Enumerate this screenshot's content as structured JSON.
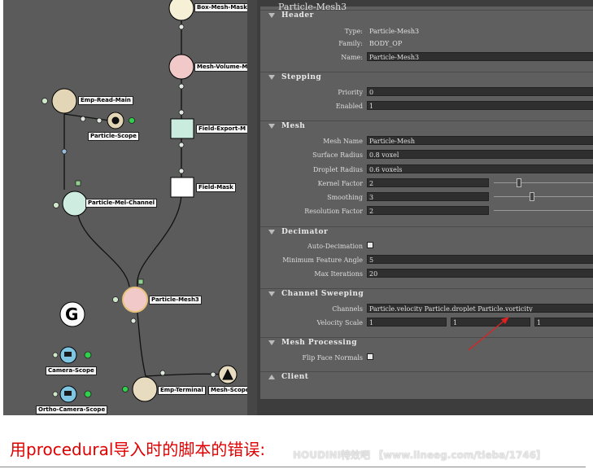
{
  "panel": {
    "title": "Particle-Mesh3",
    "sections": {
      "header": "Header",
      "stepping": "Stepping",
      "mesh": "Mesh",
      "decimator": "Decimator",
      "channel_sweeping": "Channel Sweeping",
      "mesh_processing": "Mesh Processing",
      "client": "Client"
    },
    "header": {
      "type_label": "Type:",
      "type_value": "Particle-Mesh3",
      "family_label": "Family:",
      "family_value": "BODY_OP",
      "name_label": "Name:",
      "name_value": "Particle-Mesh3"
    },
    "stepping": {
      "priority_label": "Priority",
      "priority_value": "0",
      "enabled_label": "Enabled",
      "enabled_value": "1"
    },
    "mesh": {
      "mesh_name_label": "Mesh Name",
      "mesh_name_value": "Particle-Mesh",
      "surface_radius_label": "Surface Radius",
      "surface_radius_value": "0.8 voxel",
      "droplet_radius_label": "Droplet Radius",
      "droplet_radius_value": "0.6 voxels",
      "kernel_factor_label": "Kernel Factor",
      "kernel_factor_value": "2",
      "smoothing_label": "Smoothing",
      "smoothing_value": "3",
      "resolution_factor_label": "Resolution Factor",
      "resolution_factor_value": "2"
    },
    "decimator": {
      "auto_decimation_label": "Auto-Decimation",
      "min_feature_angle_label": "Minimum Feature Angle",
      "min_feature_angle_value": "5",
      "max_iterations_label": "Max Iterations",
      "max_iterations_value": "20"
    },
    "channel_sweeping": {
      "channels_label": "Channels",
      "channels_value": "Particle.velocity Particle.droplet  Particle.vorticity",
      "velocity_scale_label": "Velocity Scale",
      "velocity_scale_values": [
        "1",
        "1",
        "1"
      ]
    },
    "mesh_processing": {
      "flip_face_normals_label": "Flip Face Normals"
    }
  },
  "graph": {
    "nodes": {
      "box_mesh_mask": "Box-Mesh-Mask",
      "mesh_volume_mask": "Mesh-Volume-Mas",
      "emp_read_main": "Emp-Read-Main",
      "particle_scope": "Particle-Scope",
      "field_export": "Field-Export-M",
      "field_mask": "Field-Mask",
      "particle_mel_channel": "Particle-Mel-Channel",
      "particle_mesh3": "Particle-Mesh3",
      "camera_scope": "Camera-Scope",
      "ortho_camera_scope": "Ortho-Camera-Scope",
      "emp_terminal": "Emp-Terminal",
      "mesh_scope": "Mesh-Scope",
      "g_label": "G"
    }
  },
  "caption": "用procedural导入时的脚本的错误:",
  "watermark": "HOUDINI特效吧 【www.lineeg.com/tieba/1746】",
  "colors": {
    "graph_bg": "#5b5b5b",
    "panel_bg": "#5f5f5f",
    "field_bg": "#2f2f2f",
    "caption": "#e00000",
    "arrow": "#e02020"
  }
}
